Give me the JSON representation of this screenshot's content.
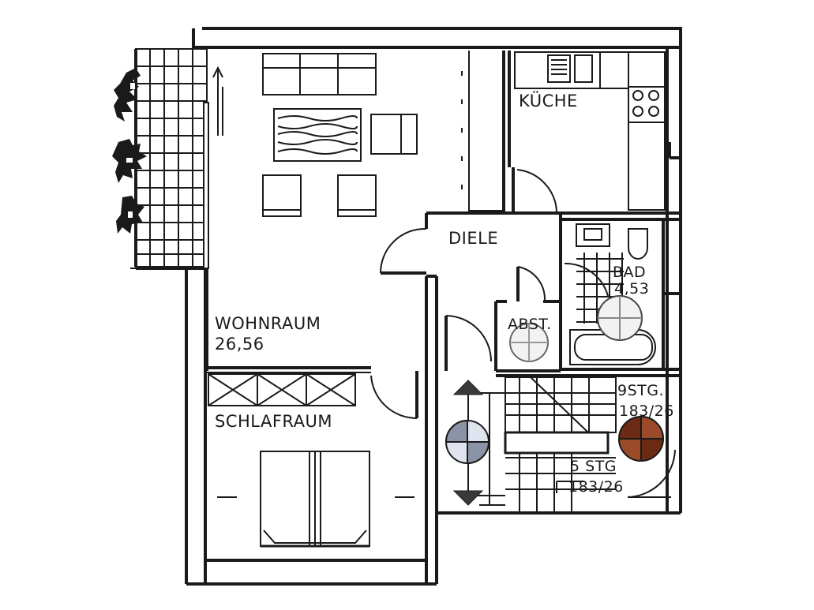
{
  "rooms": {
    "kueche": {
      "name": "KÜCHE"
    },
    "diele": {
      "name": "DIELE"
    },
    "bad": {
      "name": "BAD",
      "area": "4,53"
    },
    "abst": {
      "name": "ABST."
    },
    "wohnraum": {
      "name": "WOHNRAUM",
      "area": "26,56"
    },
    "schlafraum": {
      "name": "SCHLAFRAUM"
    }
  },
  "stairs": {
    "upper": {
      "steps": "9STG.",
      "ratio": "183/26"
    },
    "lower": {
      "steps": "5 STG",
      "ratio": "183/26"
    }
  },
  "colors": {
    "line": "#1a1a1a",
    "arrow": "#3a3a3a",
    "disk_brown": "#6b2a14",
    "disk_light": "#dfe4ee"
  }
}
